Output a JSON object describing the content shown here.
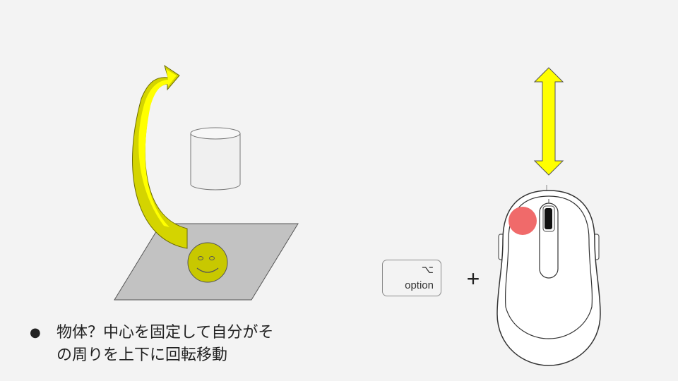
{
  "modifier_key": {
    "symbol": "⌥",
    "label": "option"
  },
  "plus_sign": "+",
  "caption": {
    "bullet": "●",
    "line1": "物体？中心を固定して自分がそ",
    "line2": "の周りを上下に回転移動"
  },
  "colors": {
    "background": "#f3f3f3",
    "arrow_fill": "#ffff00",
    "arrow_shade": "#d4d400",
    "ground_plane": "#c2c2c2",
    "smiley": "#c8c800",
    "cylinder": "#f0f0f0",
    "mouse_body": "#ffffff",
    "button_highlight": "#f06a6a",
    "scroll_wheel": "#111111"
  },
  "icons": [
    "curved-arrow-icon",
    "cylinder-icon",
    "smiley-icon",
    "vertical-double-arrow-icon",
    "mouse-icon"
  ]
}
